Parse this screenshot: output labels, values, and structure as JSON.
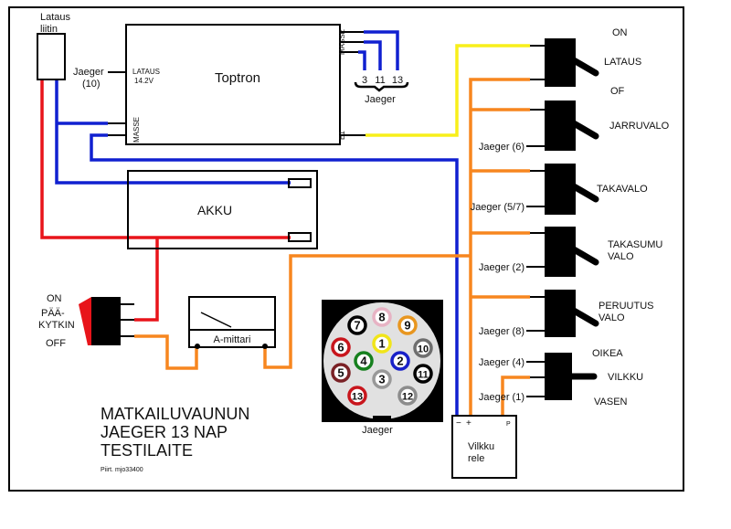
{
  "colors": {
    "red": "#e8141a",
    "blue": "#1020d0",
    "yellow": "#f8ef1a",
    "orange": "#f7861f"
  },
  "charger_port": {
    "line1": "Lataus",
    "line2": "liitin"
  },
  "toptron": {
    "title": "Toptron",
    "lataus": "LATAUS",
    "voltage": "14.2V",
    "masse": "MASSE",
    "e1": "E1",
    "jaeger_label": "Jaeger",
    "jaeger_pin": "(10)"
  },
  "masse_pins": {
    "pins": [
      "3",
      "11",
      "13"
    ],
    "label": "Jaeger"
  },
  "battery": {
    "label": "AKKU"
  },
  "main_switch": {
    "on": "ON",
    "name1": "PÄÄ-",
    "name2": "KYTKIN",
    "off": "OFF"
  },
  "ammeter": {
    "label": "A-mittari"
  },
  "connector": {
    "label": "Jaeger",
    "pins": [
      {
        "n": "8",
        "color": "#e7b3c4"
      },
      {
        "n": "7",
        "color": "#000000"
      },
      {
        "n": "9",
        "color": "#e8961f"
      },
      {
        "n": "6",
        "color": "#c8161d"
      },
      {
        "n": "1",
        "color": "#f1e51a"
      },
      {
        "n": "10",
        "color": "#6e6e6e"
      },
      {
        "n": "4",
        "color": "#16801e"
      },
      {
        "n": "2",
        "color": "#1820c8"
      },
      {
        "n": "5",
        "color": "#7a2226"
      },
      {
        "n": "11",
        "color": "#000000"
      },
      {
        "n": "3",
        "color": "#ffffff"
      },
      {
        "n": "13",
        "color": "#c8161d"
      },
      {
        "n": "12",
        "color": "#8c8c8c"
      }
    ]
  },
  "switches": [
    {
      "label": "LATAUS",
      "on": "ON",
      "off": "OF"
    },
    {
      "label": "JARRUVALO",
      "jaeger": "Jaeger (6)"
    },
    {
      "label": "TAKAVALO",
      "jaeger": "Jaeger (5/7)"
    },
    {
      "label1": "TAKASUMU",
      "label2": "VALO",
      "jaeger": "Jaeger (2)"
    },
    {
      "label1": "PERUUTUS",
      "label2": "VALO",
      "jaeger": "Jaeger (8)"
    },
    {
      "label": "VILKKU",
      "top": "OIKEA",
      "bottom": "VASEN",
      "jaeger_top": "Jaeger (4)",
      "jaeger_bottom": "Jaeger (1)"
    }
  ],
  "relay": {
    "minus": "−",
    "plus": "+",
    "p": "P",
    "line1": "Vilkku",
    "line2": "rele"
  },
  "title": {
    "line1": "MATKAILUVAUNUN",
    "line2": "JAEGER 13 NAP",
    "line3": "TESTILAITE",
    "author": "Piirt. mjo33400"
  }
}
